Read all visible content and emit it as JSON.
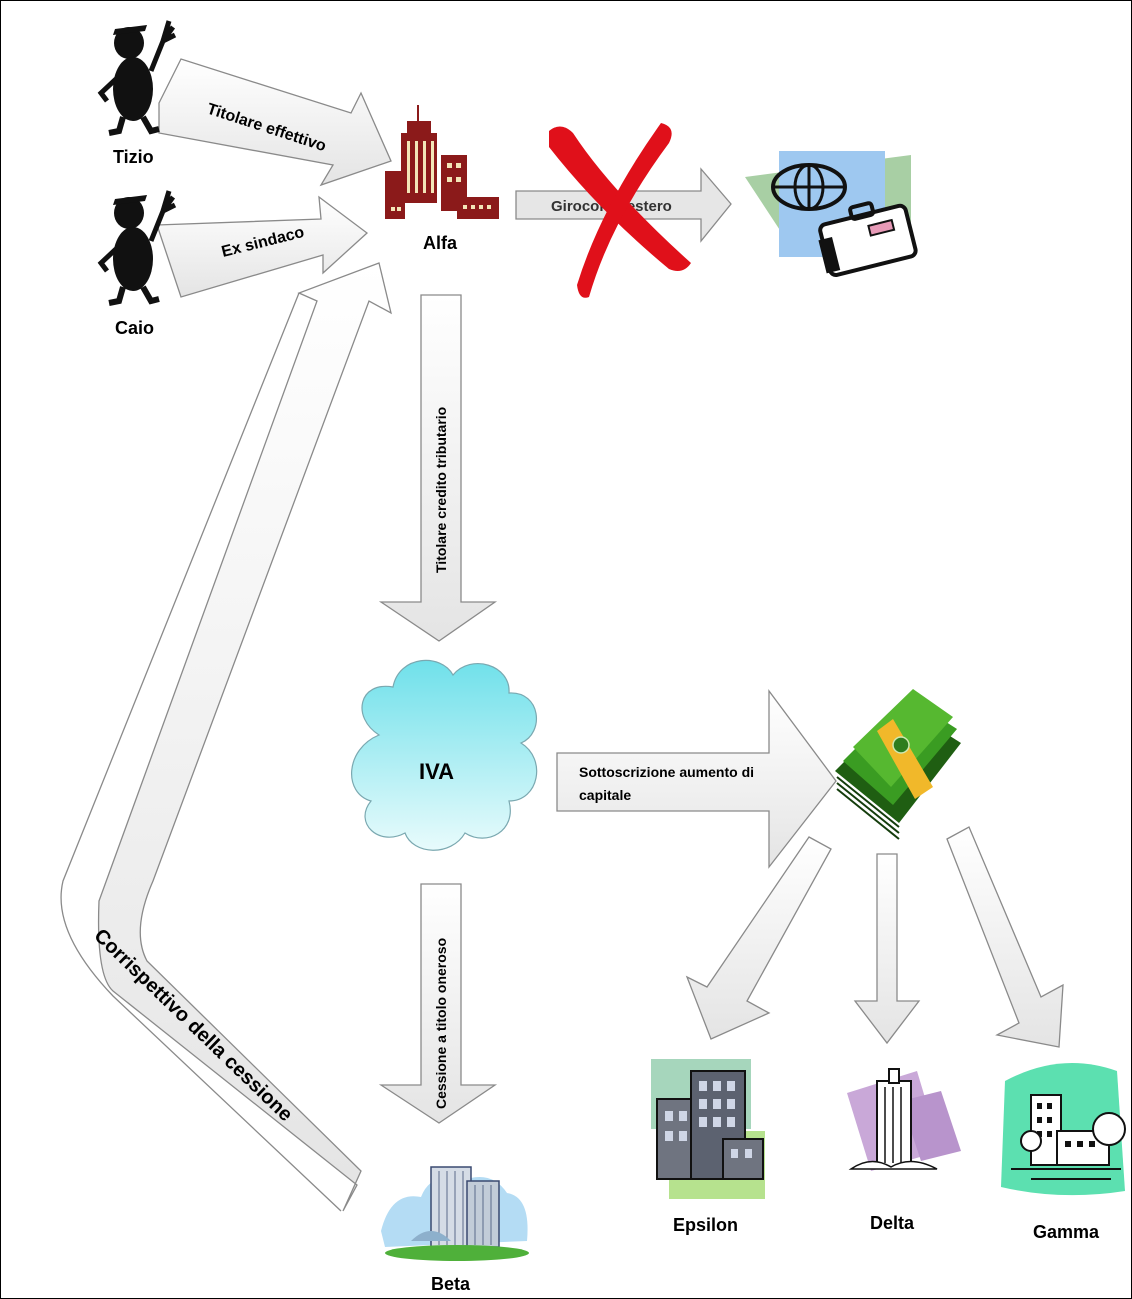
{
  "diagram": {
    "people": {
      "tizio": "Tizio",
      "caio": "Caio"
    },
    "entities": {
      "alfa": "Alfa",
      "iva": "IVA",
      "beta": "Beta",
      "epsilon": "Epsilon",
      "delta": "Delta",
      "gamma": "Gamma"
    },
    "arrows": {
      "titolare_effettivo": "Titolare effettivo",
      "ex_sindaco": "Ex sindaco",
      "giroconto_estero": "Giroconto estero",
      "titolare_credito": "Titolare credito tributario",
      "sottoscrizione_line1": "Sottoscrizione aumento di",
      "sottoscrizione_line2": "capitale",
      "cessione": "Cessione a titolo oneroso",
      "corrispettivo": "Corrispettivo della cessione"
    },
    "colors": {
      "arrow_fill": "#f4f4f4",
      "arrow_stroke": "#7f7f7f",
      "alfa_building": "#8b1a1a",
      "red_cross": "#e0101a",
      "cloud": "#a8eef2",
      "money": "#2e7d1e"
    },
    "icons": [
      "person-silhouette-icon",
      "office-tower-icon",
      "red-cross-icon",
      "globe-luggage-icon",
      "cloud-icon",
      "money-stack-icon",
      "building-icon"
    ]
  }
}
